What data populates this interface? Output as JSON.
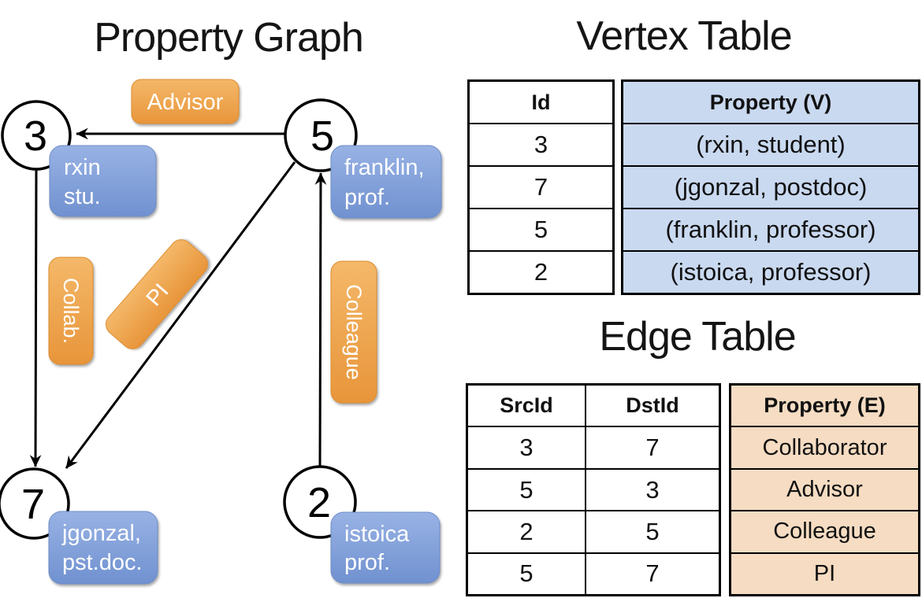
{
  "titles": {
    "graph": "Property Graph",
    "vertex_table": "Vertex Table",
    "edge_table": "Edge Table"
  },
  "graph": {
    "vertices": [
      {
        "id": "3",
        "prop_line1": "rxin",
        "prop_line2": "stu."
      },
      {
        "id": "5",
        "prop_line1": "franklin,",
        "prop_line2": "prof."
      },
      {
        "id": "7",
        "prop_line1": "jgonzal,",
        "prop_line2": "pst.doc."
      },
      {
        "id": "2",
        "prop_line1": "istoica",
        "prop_line2": "prof."
      }
    ],
    "edge_labels": {
      "advisor": "Advisor",
      "collab": "Collab.",
      "pi": "PI",
      "colleague": "Colleague"
    }
  },
  "vertex_table": {
    "headers": [
      "Id",
      "Property (V)"
    ],
    "rows": [
      [
        "3",
        "(rxin, student)"
      ],
      [
        "7",
        "(jgonzal, postdoc)"
      ],
      [
        "5",
        "(franklin, professor)"
      ],
      [
        "2",
        "(istoica, professor)"
      ]
    ]
  },
  "edge_table": {
    "headers": [
      "SrcId",
      "DstId",
      "Property (E)"
    ],
    "rows": [
      [
        "3",
        "7",
        "Collaborator"
      ],
      [
        "5",
        "3",
        "Advisor"
      ],
      [
        "2",
        "5",
        "Colleague"
      ],
      [
        "5",
        "7",
        "PI"
      ]
    ]
  },
  "colors": {
    "vertex_property_fill": "#c9d9f0",
    "edge_property_fill": "#f5dcc2",
    "edge_label_orange": "#ec9f44",
    "vertex_label_blue": "#7f9dda",
    "stroke": "#000000"
  }
}
